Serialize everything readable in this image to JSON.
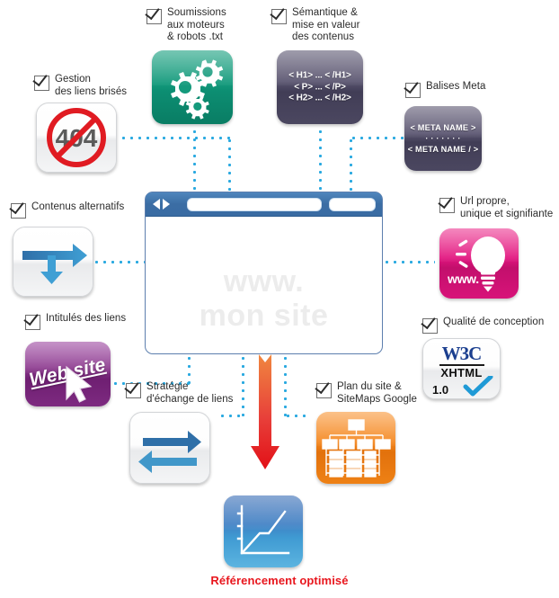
{
  "diagram": {
    "caption": "Référencement optimisé",
    "accent_dot_color": "#29a9e0",
    "caption_color": "#e8161d"
  },
  "center": {
    "name": "browser-window",
    "watermark_line1": "www.",
    "watermark_line2": "mon site",
    "chrome_color": "#3b6da4"
  },
  "items": [
    {
      "id": "broken-links",
      "label": "Gestion\ndes liens brisés",
      "icon_name": "404-blocked-icon",
      "icon_text": "404",
      "tile_color": "#f2f3f4"
    },
    {
      "id": "submissions",
      "label": "Soumissions\naux moteurs\n& robots .txt",
      "icon_name": "gears-icon",
      "icon_text": "",
      "tile_color": "#0f9b7e"
    },
    {
      "id": "semantics",
      "label": "Sémantique &\nmise en valeur\ndes contenus",
      "icon_name": "html-tags-icon",
      "icon_text": "< H1> ... < /H1>\n< P>   ... < /P>\n< H2> ... < /H2>",
      "tile_color": "#4e4a66"
    },
    {
      "id": "meta-tags",
      "label": "Balises Meta",
      "icon_name": "meta-tag-icon",
      "icon_text": "< META NAME >\n· · · · · · ·\n< META NAME / >",
      "tile_color": "#4e4a66"
    },
    {
      "id": "alt-content",
      "label": "Contenus alternatifs",
      "icon_name": "branch-arrow-icon",
      "icon_text": "",
      "tile_color": "#f2f3f4"
    },
    {
      "id": "clean-url",
      "label": "Url propre,\nunique et signifiante",
      "icon_name": "lightbulb-www-icon",
      "icon_text": "www.",
      "tile_color": "#e2157f"
    },
    {
      "id": "link-anchors",
      "label": "Intitulés des liens",
      "icon_name": "website-cursor-icon",
      "icon_text": "Web site",
      "tile_color": "#8d3b8f"
    },
    {
      "id": "design-quality",
      "label": "Qualité de conception",
      "icon_name": "w3c-validation-icon",
      "icon_text": "W3C XHTML 1.0",
      "tile_color": "#f2f3f4"
    },
    {
      "id": "link-exchange",
      "label": "Stratégie\nd'échange de liens",
      "icon_name": "exchange-arrows-icon",
      "icon_text": "",
      "tile_color": "#f2f3f4"
    },
    {
      "id": "sitemap",
      "label": "Plan du site &\nSiteMaps Google",
      "icon_name": "sitemap-tree-icon",
      "icon_text": "",
      "tile_color": "#f07d1a"
    },
    {
      "id": "result",
      "label": "",
      "icon_name": "growth-chart-icon",
      "icon_text": "",
      "tile_color": "#3f8ecb"
    }
  ],
  "w3c": {
    "main": "W3C",
    "standard": "XHTML",
    "version": "1.0"
  }
}
